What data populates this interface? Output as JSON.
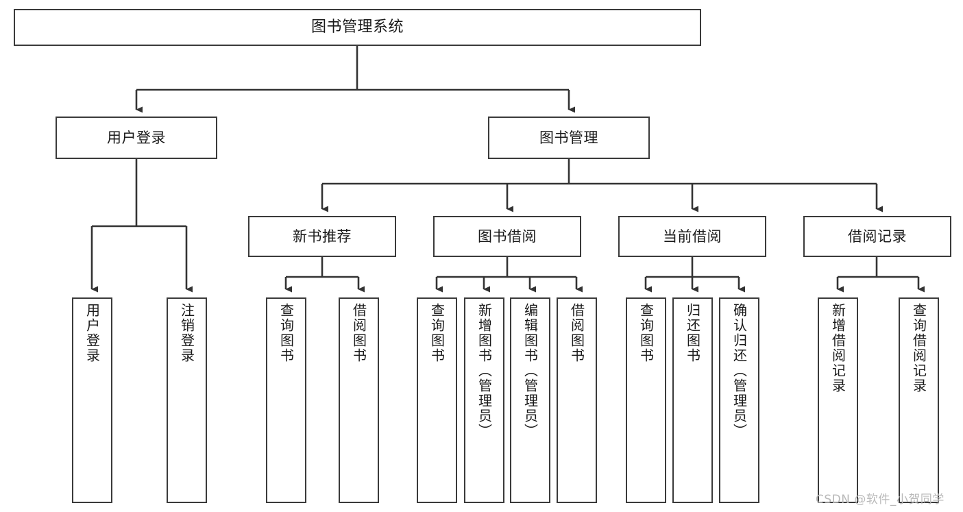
{
  "diagram": {
    "title": "图书管理系统",
    "type": "functional-structure-tree",
    "watermark": "CSDN @软件_小贺同学",
    "colors": {
      "background": "#ffffff",
      "box_border": "#3a3a3a",
      "connector": "#333333",
      "text": "#1a1a1a",
      "watermark": "#b9b9b9"
    },
    "nodes": {
      "root": {
        "label": "图书管理系统"
      },
      "level2": [
        {
          "label": "用户登录"
        },
        {
          "label": "图书管理"
        }
      ],
      "level3": [
        {
          "label": "新书推荐"
        },
        {
          "label": "图书借阅"
        },
        {
          "label": "当前借阅"
        },
        {
          "label": "借阅记录"
        }
      ],
      "leaves": {
        "user_login": [
          {
            "label": "用户登录"
          },
          {
            "label": "注销登录"
          }
        ],
        "new_book_recommend": [
          {
            "label": "查询图书"
          },
          {
            "label": "借阅图书"
          }
        ],
        "book_borrow": [
          {
            "label": "查询图书"
          },
          {
            "label": "新增图书（管理员）"
          },
          {
            "label": "编辑图书（管理员）"
          },
          {
            "label": "借阅图书"
          }
        ],
        "current_borrow": [
          {
            "label": "查询图书"
          },
          {
            "label": "归还图书"
          },
          {
            "label": "确认归还（管理员）"
          }
        ],
        "borrow_record": [
          {
            "label": "新增借阅记录"
          },
          {
            "label": "查询借阅记录"
          }
        ]
      }
    }
  }
}
